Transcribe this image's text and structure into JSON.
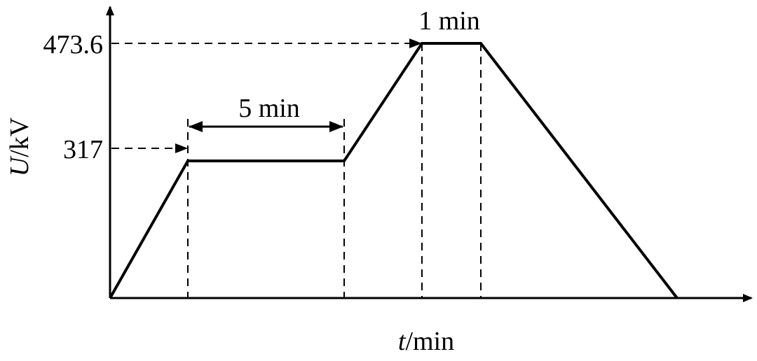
{
  "diagram": {
    "y_axis": {
      "var": "U",
      "unit": "/kV"
    },
    "x_axis": {
      "var": "t",
      "unit": "/min"
    },
    "y_ticks": {
      "upper": "473.6",
      "lower": "317"
    },
    "durations": {
      "first_hold": "5 min",
      "second_hold": "1 min"
    }
  },
  "colors": {
    "ink": "#000000",
    "background": "#ffffff"
  }
}
